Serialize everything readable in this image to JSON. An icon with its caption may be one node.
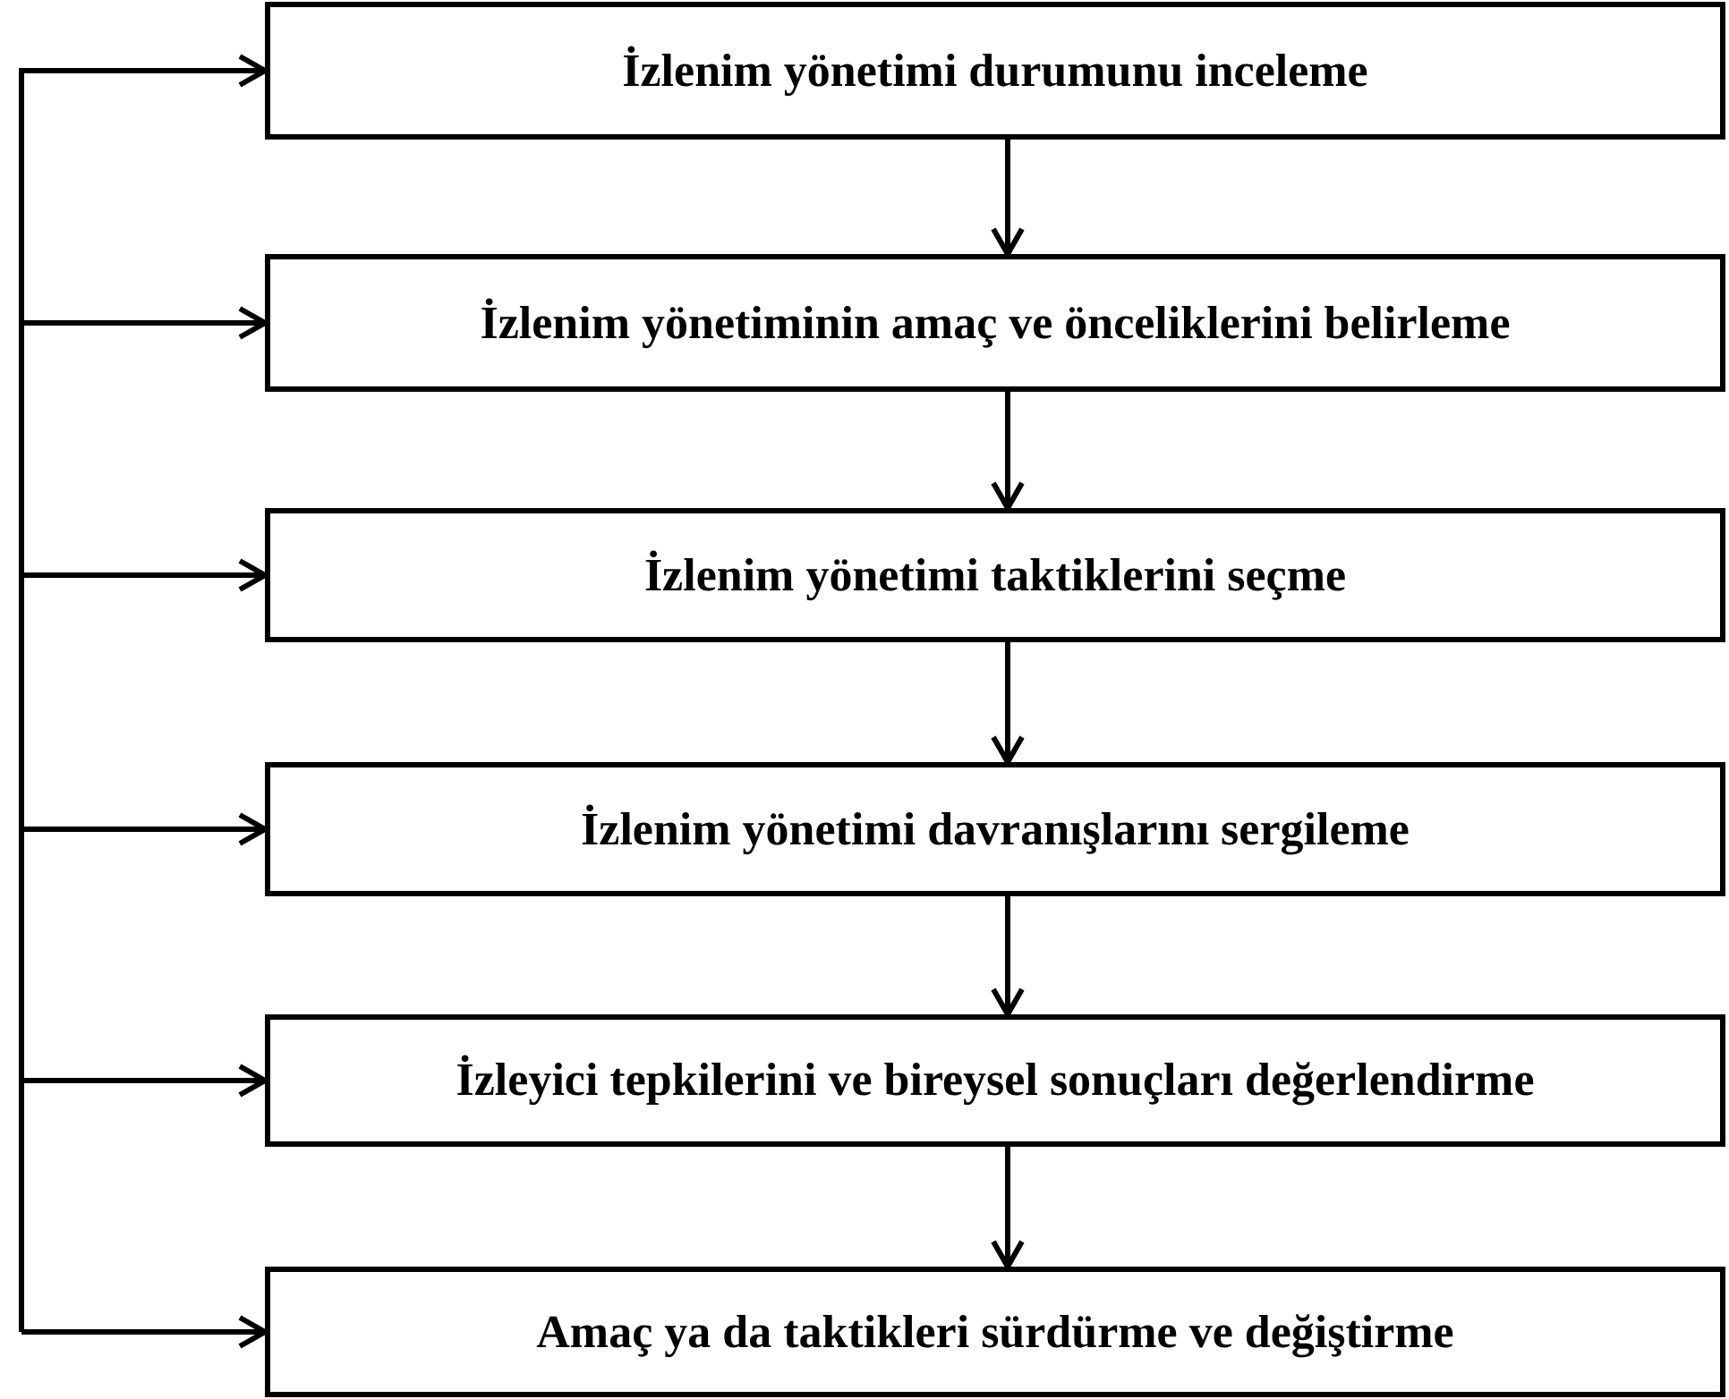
{
  "diagram": {
    "nodes": [
      {
        "text": [
          "İzlenim yönetimi durumunu inceleme"
        ]
      },
      {
        "text": [
          "İzlenim yönetiminin amaç ve önceliklerini belirleme"
        ]
      },
      {
        "text": [
          "İzlenim yönetimi taktiklerini seçme"
        ]
      },
      {
        "text": [
          "İzlenim yönetimi davranışlarını sergileme"
        ]
      },
      {
        "text": [
          "İzleyici tepkilerini ve bireysel sonuçları değerlendirme"
        ]
      },
      {
        "text": [
          "Amaç ya da taktikleri sürdürme ve değiştirme"
        ]
      }
    ],
    "edges": [
      {
        "from": 0,
        "to": 1,
        "arrow": "to"
      },
      {
        "from": 1,
        "to": 2,
        "arrow": "to"
      },
      {
        "from": 2,
        "to": 3,
        "arrow": "to"
      },
      {
        "from": 3,
        "to": 4,
        "arrow": "to"
      },
      {
        "from": 4,
        "to": 5,
        "arrow": "to"
      },
      {
        "from": null,
        "to": 0,
        "arrow": "to"
      },
      {
        "from": null,
        "to": 1,
        "arrow": "to"
      },
      {
        "from": null,
        "to": 2,
        "arrow": "to"
      },
      {
        "from": null,
        "to": 3,
        "arrow": "to"
      },
      {
        "from": null,
        "to": 4,
        "arrow": "to"
      },
      {
        "from": null,
        "to": 5,
        "arrow": "to"
      }
    ]
  }
}
